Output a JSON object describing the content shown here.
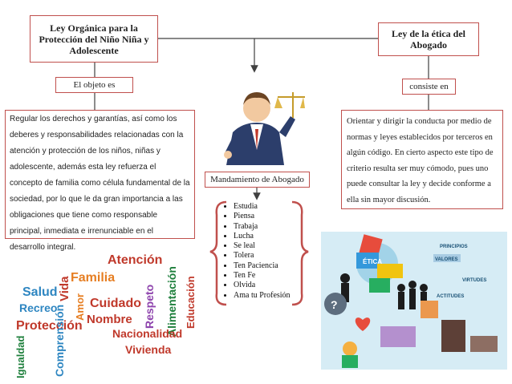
{
  "nodes": {
    "left_title": "Ley Orgánica para la Protección del Niño Niña y Adolescente",
    "right_title": "Ley de la ética del Abogado",
    "left_link": "El objeto es",
    "right_link": "consiste en",
    "left_body": "Regular los derechos y garantías, así como los deberes y responsabilidades relacionadas con la atención y protección de los niños, niñas y adolescente, además esta ley refuerza el concepto de familia como célula fundamental de la sociedad, por lo que le da gran importancia a las obligaciones que tiene como responsable principal, inmediata e irrenunciable en el desarrollo integral.",
    "right_body": "Orientar y dirigir la conducta por medio de normas y leyes establecidos por terceros en algún código. En cierto aspecto este tipo de criterio resulta ser muy cómodo, pues uno puede consultar la ley y decide conforme a ella sin mayor discusión.",
    "center_label": "Mandamiento de Abogado"
  },
  "commandments": [
    "Estudia",
    "Piensa",
    "Trabaja",
    "Lucha",
    "Se leal",
    "Tolera",
    "Ten Paciencia",
    "Ten Fe",
    "Olvida",
    "Ama tu Profesión"
  ],
  "wordcloud": {
    "words": [
      "Atención",
      "Salud",
      "Vida",
      "Familia",
      "Alimentación",
      "Educación",
      "Recreo",
      "Amor",
      "Cuidado",
      "Respeto",
      "Protección",
      "Comprensión",
      "Nombre",
      "Nacionalidad",
      "Vivienda",
      "Igualdad"
    ]
  },
  "ethics_collage": {
    "labels": [
      "ÉTICA",
      "VALORES",
      "PRINCIPIOS",
      "VIRTUDES",
      "ACTITUDES"
    ]
  },
  "colors": {
    "border": "#c0504d",
    "line": "#404040"
  }
}
